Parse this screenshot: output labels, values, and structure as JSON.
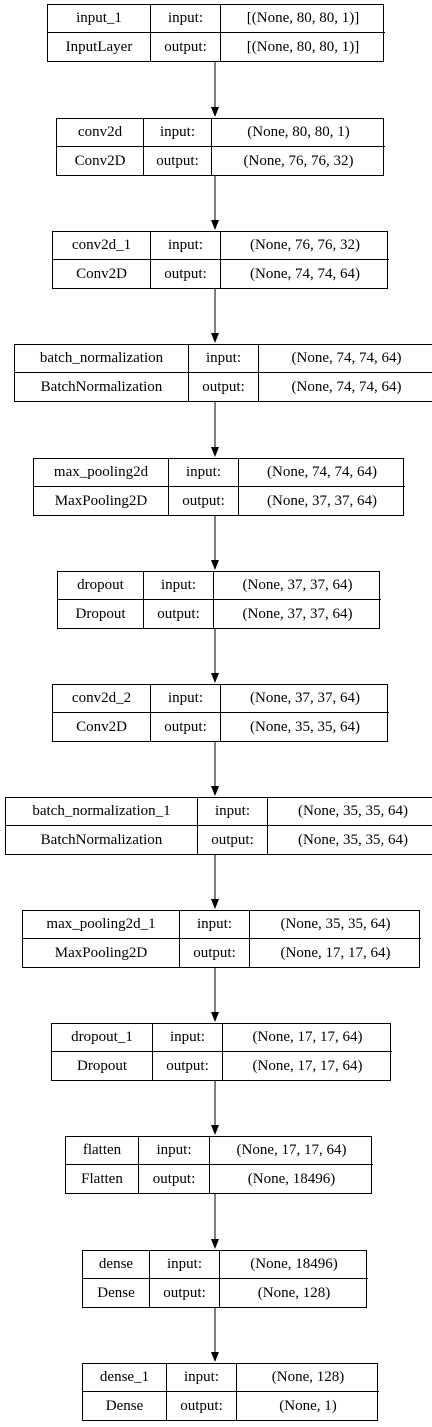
{
  "diagram": {
    "labels": {
      "input": "input:",
      "output": "output:"
    },
    "layers": [
      {
        "name": "input_1",
        "type": "InputLayer",
        "input_shape": "[(None, 80, 80, 1)]",
        "output_shape": "[(None, 80, 80, 1)]"
      },
      {
        "name": "conv2d",
        "type": "Conv2D",
        "input_shape": "(None, 80, 80, 1)",
        "output_shape": "(None, 76, 76, 32)"
      },
      {
        "name": "conv2d_1",
        "type": "Conv2D",
        "input_shape": "(None, 76, 76, 32)",
        "output_shape": "(None, 74, 74, 64)"
      },
      {
        "name": "batch_normalization",
        "type": "BatchNormalization",
        "input_shape": "(None, 74, 74, 64)",
        "output_shape": "(None, 74, 74, 64)"
      },
      {
        "name": "max_pooling2d",
        "type": "MaxPooling2D",
        "input_shape": "(None, 74, 74, 64)",
        "output_shape": "(None, 37, 37, 64)"
      },
      {
        "name": "dropout",
        "type": "Dropout",
        "input_shape": "(None, 37, 37, 64)",
        "output_shape": "(None, 37, 37, 64)"
      },
      {
        "name": "conv2d_2",
        "type": "Conv2D",
        "input_shape": "(None, 37, 37, 64)",
        "output_shape": "(None, 35, 35, 64)"
      },
      {
        "name": "batch_normalization_1",
        "type": "BatchNormalization",
        "input_shape": "(None, 35, 35, 64)",
        "output_shape": "(None, 35, 35, 64)"
      },
      {
        "name": "max_pooling2d_1",
        "type": "MaxPooling2D",
        "input_shape": "(None, 35, 35, 64)",
        "output_shape": "(None, 17, 17, 64)"
      },
      {
        "name": "dropout_1",
        "type": "Dropout",
        "input_shape": "(None, 17, 17, 64)",
        "output_shape": "(None, 17, 17, 64)"
      },
      {
        "name": "flatten",
        "type": "Flatten",
        "input_shape": "(None, 17, 17, 64)",
        "output_shape": "(None, 18496)"
      },
      {
        "name": "dense",
        "type": "Dense",
        "input_shape": "(None, 18496)",
        "output_shape": "(None, 128)"
      },
      {
        "name": "dense_1",
        "type": "Dense",
        "input_shape": "(None, 128)",
        "output_shape": "(None, 1)"
      }
    ]
  }
}
